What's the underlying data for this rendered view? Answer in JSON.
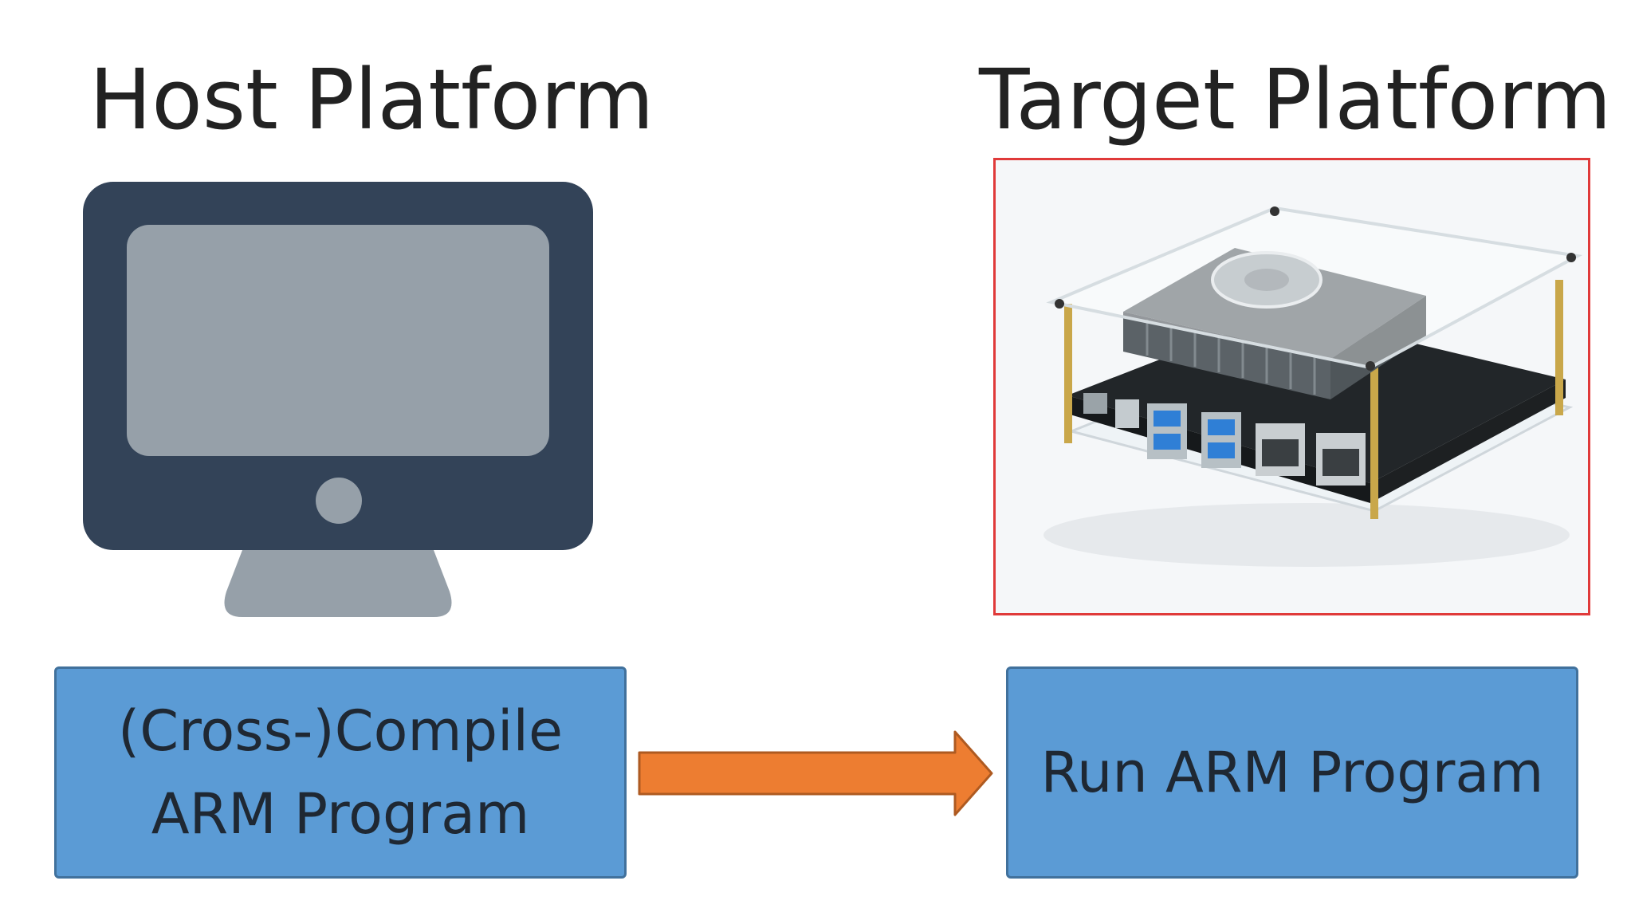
{
  "host": {
    "title": "Host Platform"
  },
  "target": {
    "title": "Target Platform"
  },
  "compile_box": {
    "line1": "(Cross-)Compile",
    "line2": "ARM Program"
  },
  "run_box": {
    "label": "Run ARM Program"
  },
  "colors": {
    "box_fill": "#5b9bd5",
    "box_border": "#41719c",
    "arrow_fill": "#ed7d31",
    "arrow_border": "#ae5a21",
    "monitor_frame": "#334358",
    "monitor_screen": "#96a0a9",
    "image_border": "#e03a3a"
  },
  "icons": {
    "host": "monitor-icon",
    "target": "dev-board-photo",
    "flow": "right-arrow"
  }
}
